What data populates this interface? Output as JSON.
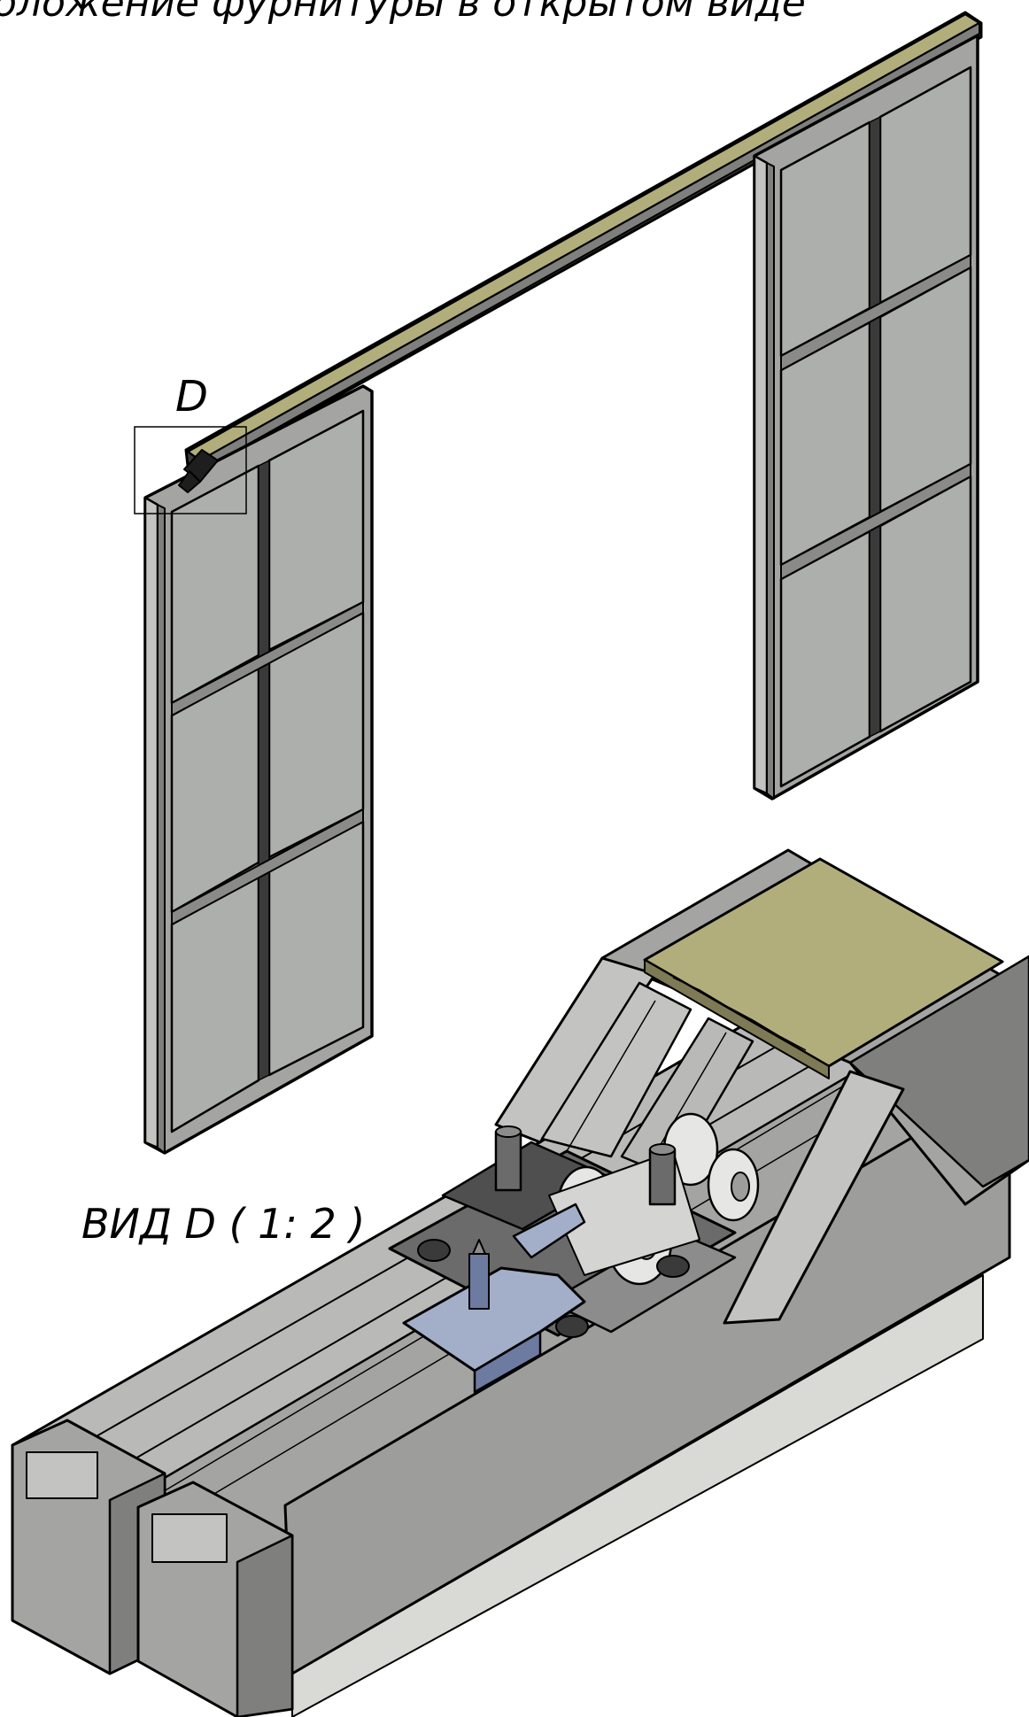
{
  "drawing": {
    "title": "оложение фурнитуры в открытом виде",
    "detail_marker": "D",
    "detail_view_label": "ВИД D ( 1: 2 )"
  },
  "colors": {
    "background": "#ffffff",
    "outline": "#000000",
    "frame_light": "#c3c4c1",
    "frame_mid": "#a4a5a3",
    "frame_dark": "#7f807e",
    "glass": "#adafac",
    "glass_inner": "#bdbfbc",
    "rail_top": "#b2ae7c",
    "rail_top_light": "#c9c590",
    "carriage_steel": "#6b6b6b",
    "carriage_plate": "#8c8c8c",
    "roller": "#e6e6e4",
    "bracket_blue": "#a3aec9",
    "bracket_blue_dark": "#6e7ba0",
    "base_floor": "#d9dad6"
  }
}
